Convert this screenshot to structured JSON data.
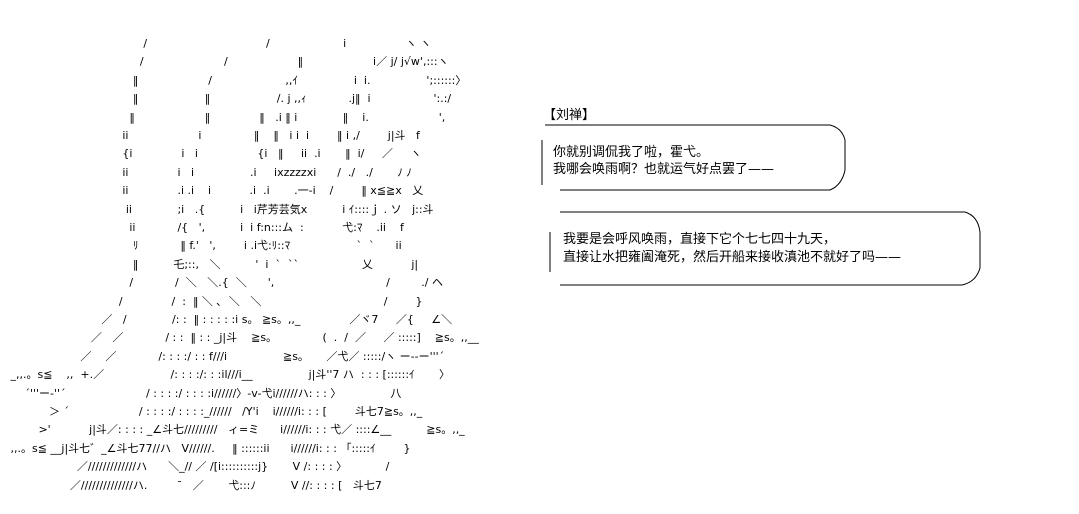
{
  "art": {
    "lines": [
      "                                         /                                  /                     i                 ヽ ヽ",
      "                                        /                       /                    ‖                    i／ j/ j√w',:::ヽ",
      "                                      ‖                    /                     ,,ｲ                i  i.                ';::::::〉",
      "                                      ‖                   ‖                   /. j ,,ｨ            .j‖  i                  ':.:/",
      "                                     ‖                    ‖              ‖   .i ‖ i             ‖    i.                    ',",
      "                                   ii                    i               ‖    ‖   i i  i        ‖ i ,/        j|斗   f",
      "                                   {i              i   i                 {i   ‖     ii  .i       ‖  i/     ／     ヽ",
      "                                   ii              i   i                .i     ixzzzzxi      /  ./   ./       ﾉ ﾉ",
      "                                   ii              .i .i    i           .i  .i       .一-i    /        ‖ x≦≧x   乂",
      "                                    ii             ;i   .{          i   i芹芳芸気x          i ｲ::::ｊ . ソ   j::斗",
      "                                     ii            /{   ',          i  i f:n:::ム  :           弋:ﾏ    .ii    f",
      "                                      ﾘ            ‖ f.'   ',        i .i弋:ﾘ::ﾏ                   `  `      ii",
      "                                      ‖          乇;::,   ＼          '  i  `  ``                  乂           j|",
      "                                     /            /  ＼   ＼.{  ＼      ',                                /         ./ ヘ",
      "                                  /              /  :  ‖ ＼ ､  ＼   ＼                                   /        }",
      "                             ／   /             /: :  ‖ : : : : :i s。 ≧s。,,_              ／ヾ7     ／{     ∠＼",
      "                          ／   ／            / : :  ‖ : : _j|斗    ≧s。             (  .  /  ／     ／ :::::]    ≧s。,,__",
      "                       ／    ／            /: : : :/ : : f///i                ≧s。     ／弋／ :::::/ヽ ー--ー'''´",
      "   _,,.。s≦    ,,  +.／                   /: : : :/: : :il///i__                j|斗''7 ハ  : : : [::::::ｲ       〉",
      "       ´'''ー-''´                       / : : : :/ : : : :i//////〉-v-弋i//////ハ: : : 〉              八",
      "              ＞ ´                    / : : : :/ : : : :_//////   /Y'i    i//////i: : : [        斗七7≧s。,,_",
      "           >'           j|斗／: : : : _∠斗七/////////   ィ=ミ      i//////i: : : 弋／ ::::∠__          ≧s。,,_",
      "   ,,.。s≦ __j|斗七゛_∠斗七77//ハ   V//////.     ‖ ::::::ii      i//////i: : : 「:::::ｲ        }",
      "                      ／/////////////ハ      ＼_// ／ /[i::::::::::j}       V /: : : : 〉           /",
      "                    ／//////////////ハ.          ̄   ／       弋:::ﾉ          V //: : : : [   斗七7"
    ]
  },
  "bubble_top": {
    "speaker": "【刘禅】",
    "lines": [
      "你就别调侃我了啦，霍弋。",
      "我哪会唤雨啊？也就运气好点罢了——"
    ]
  },
  "bubble_bottom": {
    "lines": [
      "我要是会呼风唤雨，直接下它个七七四十九天，",
      "直接让水把雍阖淹死，然后开船来接收滇池不就好了吗——"
    ]
  },
  "colors": {
    "ink": "#000000",
    "background": "#ffffff"
  }
}
